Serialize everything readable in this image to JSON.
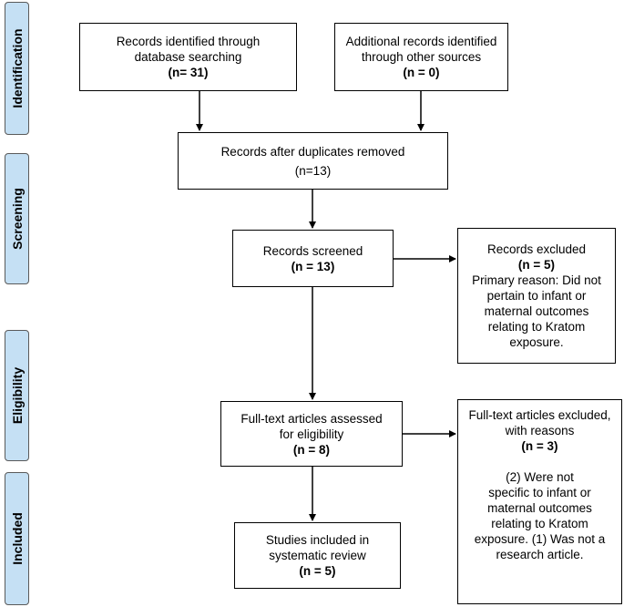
{
  "phases": {
    "identification": "Identification",
    "screening": "Screening",
    "eligibility": "Eligibility",
    "included": "Included"
  },
  "boxes": {
    "db_search": {
      "line1": "Records identified through",
      "line2": "database searching",
      "count": "(n= 31)"
    },
    "other_sources": {
      "line1": "Additional records identified",
      "line2": "through other sources",
      "count": "(n = 0)"
    },
    "after_duplicates": {
      "line1": "Records after duplicates removed",
      "count": "(n=13)"
    },
    "screened": {
      "line1": "Records screened",
      "count": "(n = 13)"
    },
    "excluded": {
      "line1": "Records excluded",
      "count": "(n = 5)",
      "reason": [
        "Primary reason: Did not",
        "pertain to infant or",
        "maternal outcomes",
        "relating to Kratom",
        "exposure."
      ]
    },
    "full_text": {
      "line1": "Full-text articles assessed",
      "line2": "for eligibility",
      "count": "(n = 8)"
    },
    "full_text_excluded": {
      "line1": "Full-text articles excluded,",
      "line2": "with reasons",
      "count": "(n = 3)",
      "reasons": [
        "(2) Were not",
        "specific to infant or",
        "maternal outcomes",
        "relating to Kratom",
        "exposure. (1) Was not a",
        "research article."
      ]
    },
    "included": {
      "line1": "Studies included in",
      "line2": "systematic review",
      "count": "(n = 5)"
    }
  }
}
